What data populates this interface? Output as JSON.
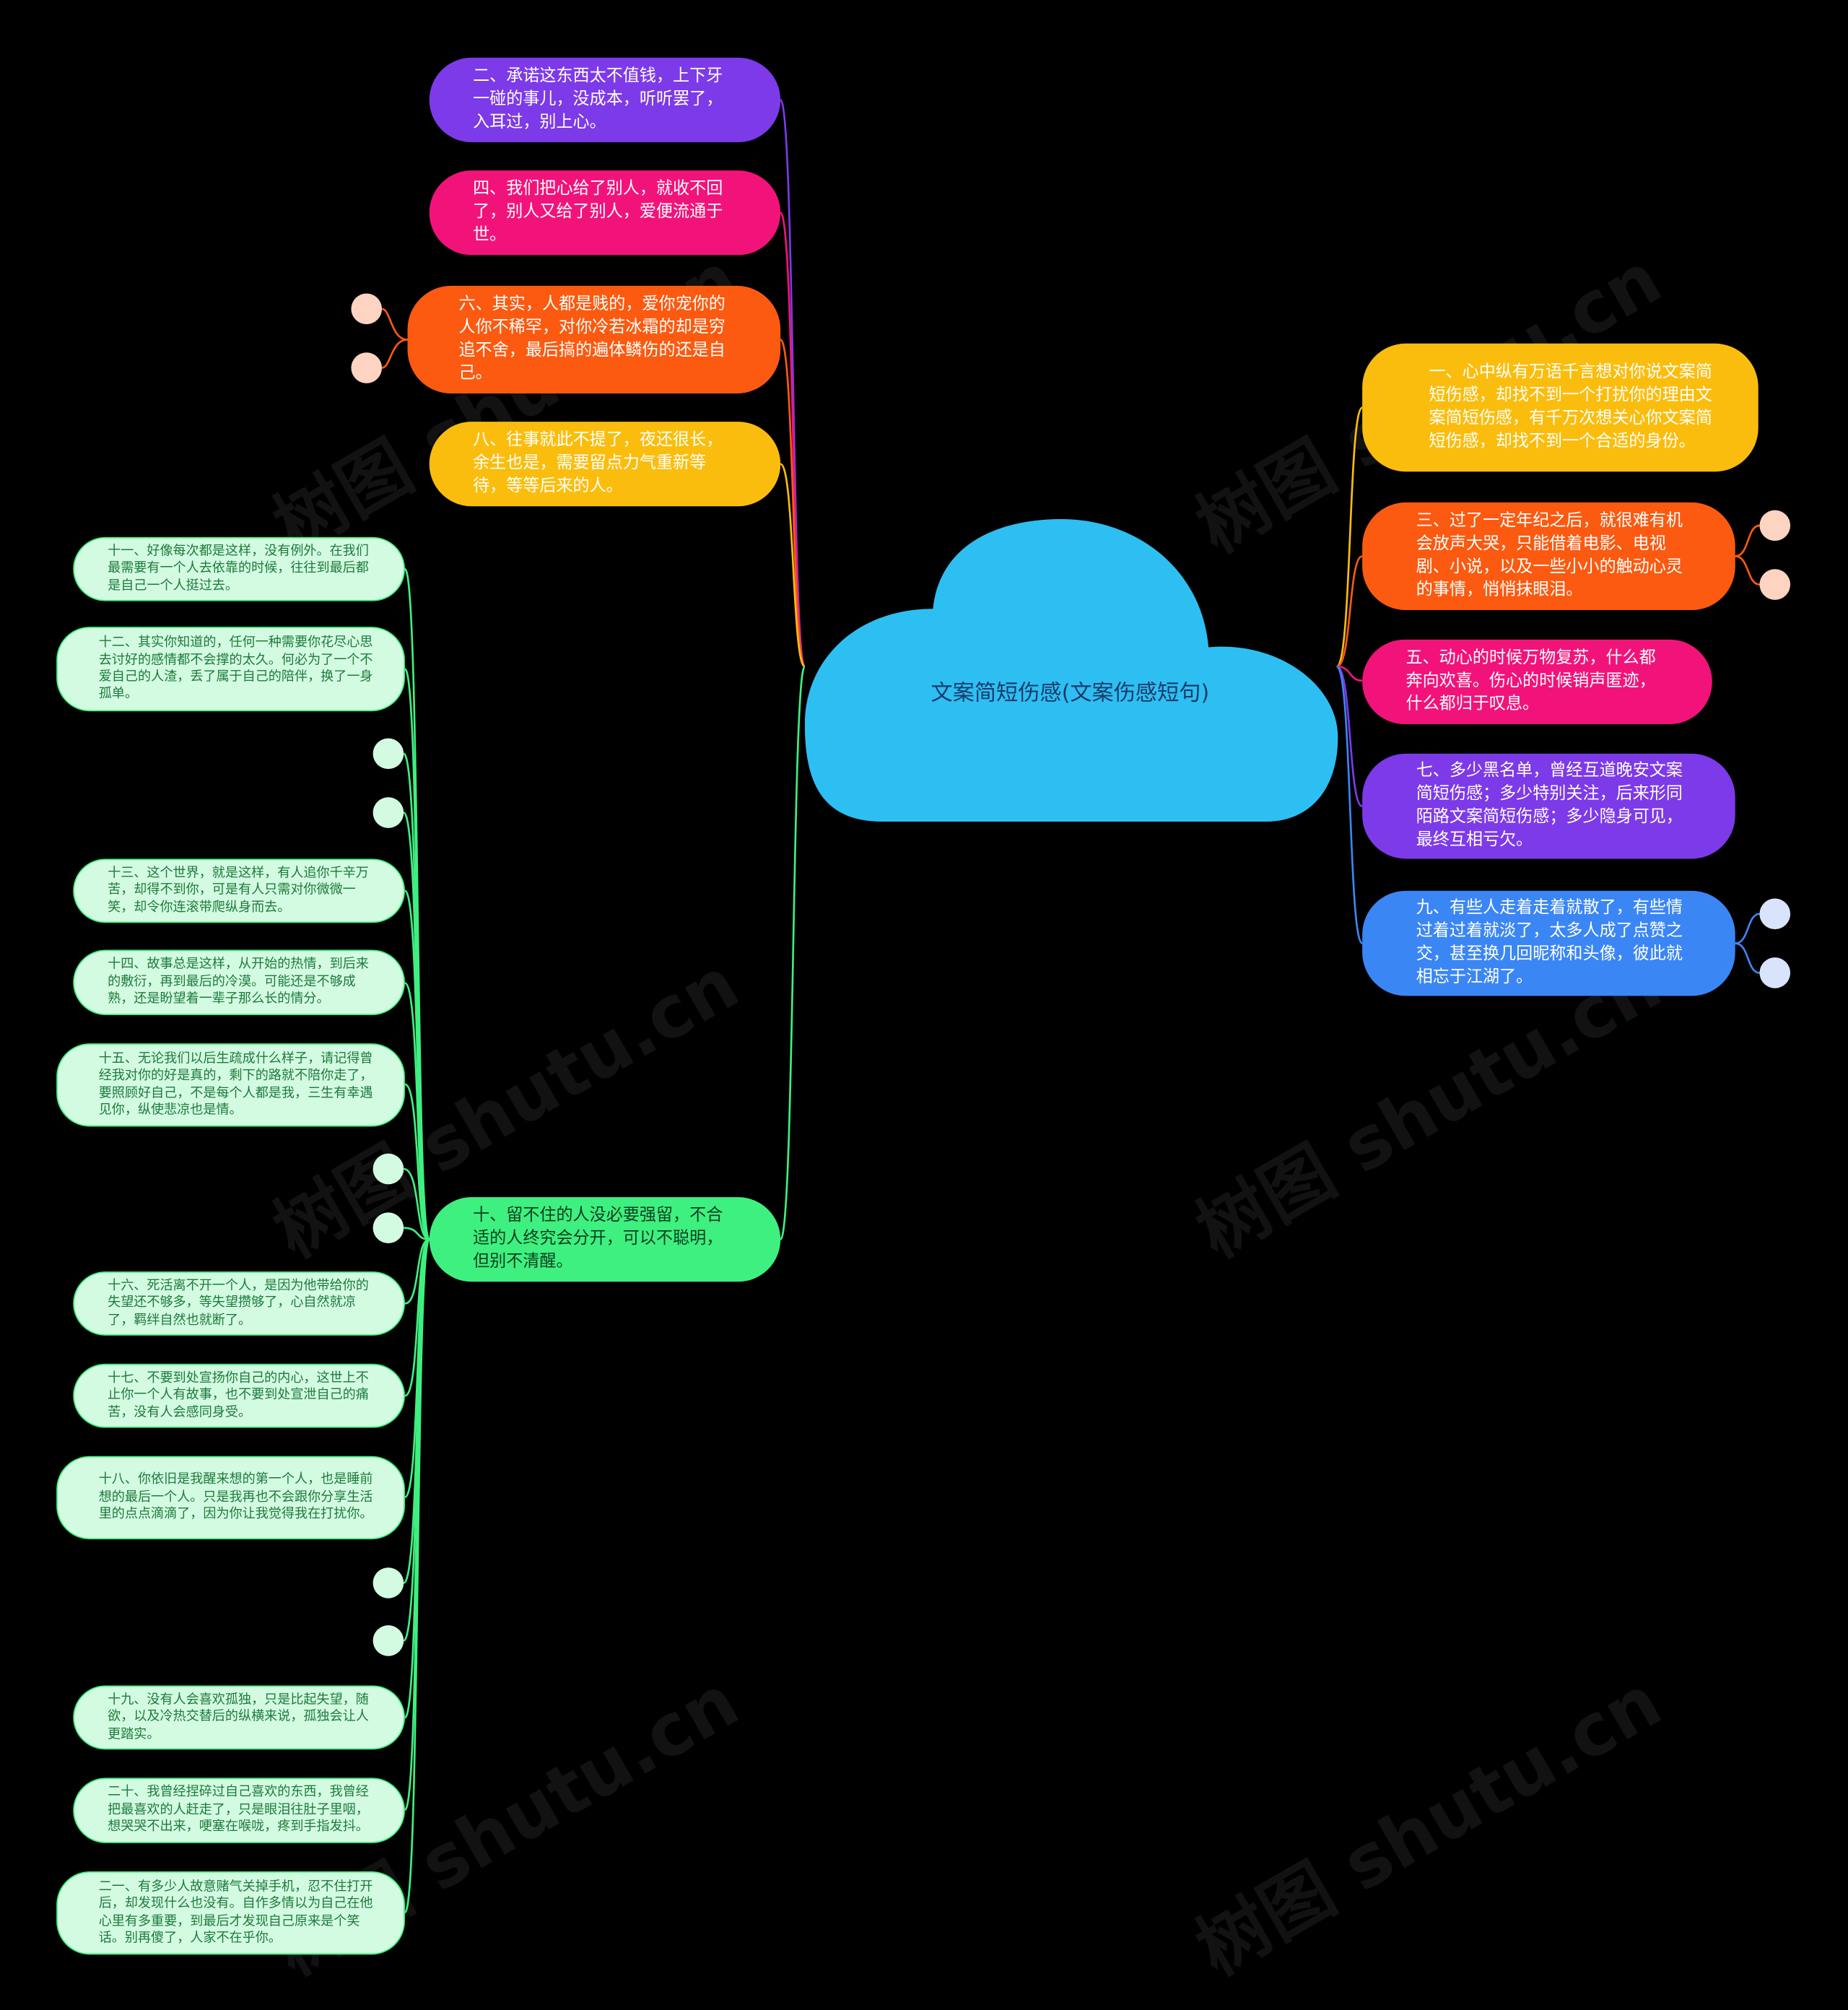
{
  "center": {
    "title": "文案简短伤感(文案伤感短句)"
  },
  "watermark": "树图 shutu.cn",
  "colors": {
    "purple": "#7d3ae8",
    "pink": "#f2137a",
    "orange": "#fb5a10",
    "yellow": "#fbbd0d",
    "green": "#3ef07f",
    "blue": "#3b86f5",
    "cloud": "#2dbff2"
  },
  "left_nodes": [
    "二、承诺这东西太不值钱，上下牙一碰的事儿，没成本，听听罢了，入耳过，别上心。",
    "四、我们把心给了别人，就收不回了，别人又给了别人，爱便流通于世。",
    "六、其实，人都是贱的，爱你宠你的人你不稀罕，对你冷若冰霜的却是穷追不舍，最后搞的遍体鳞伤的还是自己。",
    "八、往事就此不提了，夜还很长，余生也是，需要留点力气重新等待，等等后来的人。",
    "十、留不住的人没必要强留，不合适的人终究会分开，可以不聪明，但别不清醒。"
  ],
  "right_nodes": [
    "一、心中纵有万语千言想对你说文案简短伤感，却找不到一个打扰你的理由文案简短伤感，有千万次想关心你文案简短伤感，却找不到一个合适的身份。",
    "三、过了一定年纪之后，就很难有机会放声大哭，只能借着电影、电视剧、小说，以及一些小小的触动心灵的事情，悄悄抹眼泪。",
    "五、动心的时候万物复苏，什么都奔向欢喜。伤心的时候销声匿迹，什么都归于叹息。",
    "七、多少黑名单，曾经互道晚安文案简短伤感；多少特别关注，后来形同陌路文案简短伤感；多少隐身可见，最终互相亏欠。",
    "九、有些人走着走着就散了，有些情过着过着就淡了，太多人成了点赞之交，甚至换几回昵称和头像，彼此就相忘于江湖了。"
  ],
  "sub_nodes": [
    "十一、好像每次都是这样，没有例外。在我们最需要有一个人去依靠的时候，往往到最后都是自己一个人挺过去。",
    "十二、其实你知道的，任何一种需要你花尽心思去讨好的感情都不会撑的太久。何必为了一个不爱自己的人渣，丢了属于自己的陪伴，换了一身孤单。",
    "十三、这个世界，就是这样，有人追你千辛万苦，却得不到你，可是有人只需对你微微一笑，却令你连滚带爬纵身而去。",
    "十四、故事总是这样，从开始的热情，到后来的敷衍，再到最后的冷漠。可能还是不够成熟，还是盼望着一辈子那么长的情分。",
    "十五、无论我们以后生疏成什么样子，请记得曾经我对你的好是真的，剩下的路就不陪你走了，要照顾好自己，不是每个人都是我，三生有幸遇见你，纵使悲凉也是情。",
    "十六、死活离不开一个人，是因为他带给你的失望还不够多，等失望攒够了，心自然就凉了，羁绊自然也就断了。",
    "十七、不要到处宣扬你自己的内心，这世上不止你一个人有故事，也不要到处宣泄自己的痛苦，没有人会感同身受。",
    "十八、你依旧是我醒来想的第一个人，也是睡前想的最后一个人。只是我再也不会跟你分享生活里的点点滴滴了，因为你让我觉得我在打扰你。",
    "十九、没有人会喜欢孤独，只是比起失望，随欲，以及冷热交替后的纵横来说，孤独会让人更踏实。",
    "二十、我曾经捏碎过自己喜欢的东西，我曾经把最喜欢的人赶走了，只是眼泪往肚子里咽，想哭哭不出来，哽塞在喉咙，疼到手指发抖。",
    "二一、有多少人故意赌气关掉手机，忍不住打开后，却发现什么也没有。自作多情以为自己在他心里有多重要，到最后才发现自己原来是个笑话。别再傻了，人家不在乎你。"
  ]
}
